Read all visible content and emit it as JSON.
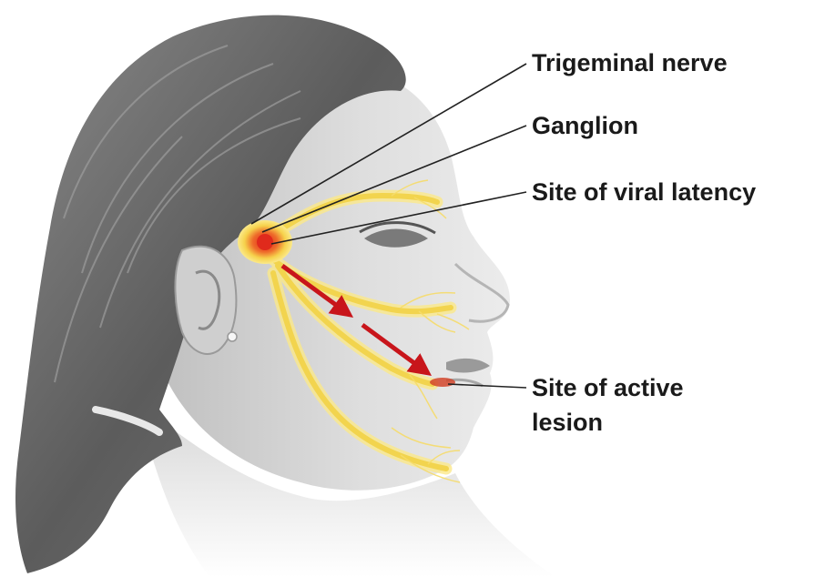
{
  "labels": {
    "trigeminal_nerve": "Trigeminal nerve",
    "ganglion": "Ganglion",
    "site_of_viral_latency": "Site of viral latency",
    "site_of_active_lesion_line1": "Site of active",
    "site_of_active_lesion_line2": "lesion"
  },
  "colors": {
    "nerve": "#f2d44e",
    "nerve_glow": "#fbe98a",
    "ganglion_core": "#e02a1c",
    "arrow": "#c8151b",
    "leader_line": "#222222",
    "hair": "#6e6e6e",
    "skin": "#dcdcdc"
  }
}
